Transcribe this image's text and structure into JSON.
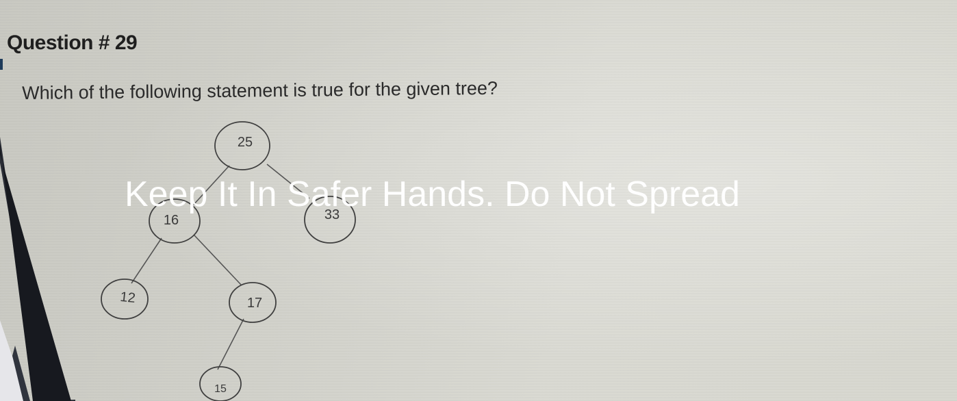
{
  "question": {
    "header": "Question # 29",
    "text": "Which of the following statement is true for the given tree?"
  },
  "tree": {
    "nodes": [
      {
        "id": "n25",
        "label": "25"
      },
      {
        "id": "n16",
        "label": "16"
      },
      {
        "id": "n33",
        "label": "33"
      },
      {
        "id": "n12",
        "label": "12"
      },
      {
        "id": "n17",
        "label": "17"
      },
      {
        "id": "n15",
        "label": "15"
      }
    ],
    "edges": [
      [
        "n25",
        "n16"
      ],
      [
        "n25",
        "n33"
      ],
      [
        "n16",
        "n12"
      ],
      [
        "n16",
        "n17"
      ],
      [
        "n17",
        "n15"
      ]
    ]
  },
  "watermark": {
    "text": "Keep It In Safer Hands. Do Not Spread"
  },
  "colors": {
    "screen": "#d4d4cd",
    "text": "#2a2a2a",
    "bezel": "#1a1c22",
    "watermark": "#ffffff"
  }
}
